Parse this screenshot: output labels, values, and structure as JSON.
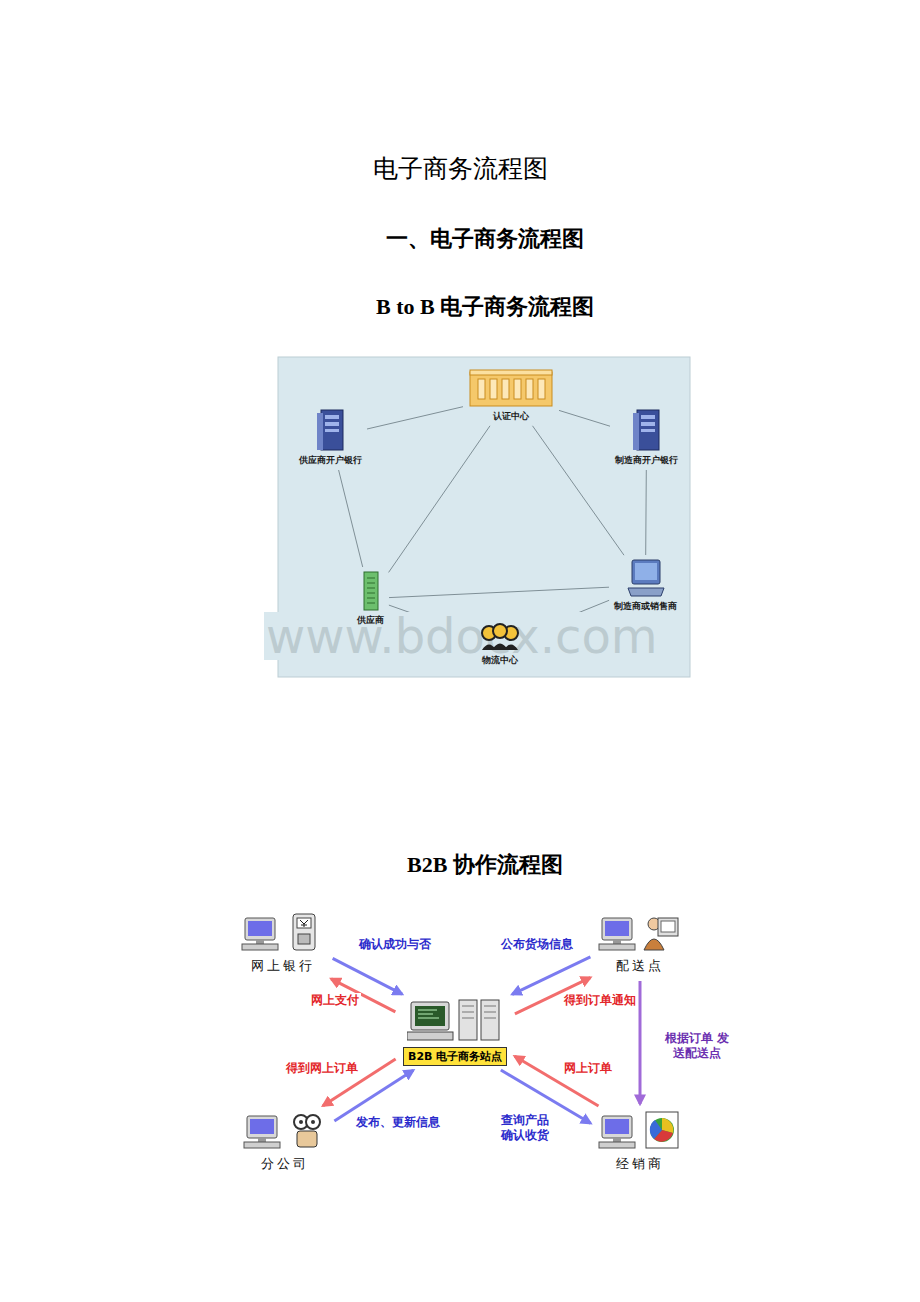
{
  "diagram": {
    "title": "电子商务流程图",
    "nodes": [
      {
        "text": [
          "认证中心"
        ]
      },
      {
        "text": [
          "供应商开户银行"
        ]
      },
      {
        "text": [
          "制造商开户银行"
        ]
      },
      {
        "text": [
          "供应商"
        ]
      },
      {
        "text": [
          "制造商或销售商"
        ]
      },
      {
        "text": [
          "物流中心"
        ]
      },
      {
        "text": [
          "网上银行"
        ]
      },
      {
        "text": [
          "配送点"
        ]
      },
      {
        "text": [
          "B2B 电子商务站点"
        ]
      },
      {
        "text": [
          "分公司"
        ]
      },
      {
        "text": [
          "经销商"
        ]
      }
    ],
    "edges": [
      {
        "from": 0,
        "to": 1,
        "arrow": "none"
      },
      {
        "from": 0,
        "to": 2,
        "arrow": "none"
      },
      {
        "from": 0,
        "to": 3,
        "arrow": "none"
      },
      {
        "from": 0,
        "to": 4,
        "arrow": "none"
      },
      {
        "from": 1,
        "to": 3,
        "arrow": "none"
      },
      {
        "from": 2,
        "to": 4,
        "arrow": "none"
      },
      {
        "from": 3,
        "to": 4,
        "arrow": "none"
      },
      {
        "from": 3,
        "to": 5,
        "arrow": "none"
      },
      {
        "from": 5,
        "to": 4,
        "arrow": "none"
      },
      {
        "from": 6,
        "to": 8,
        "label": "确认成功与否",
        "arrow": "to"
      },
      {
        "from": 8,
        "to": 6,
        "label": "网上支付",
        "arrow": "to"
      },
      {
        "from": 7,
        "to": 8,
        "label": "公布货场信息",
        "arrow": "to"
      },
      {
        "from": 8,
        "to": 7,
        "label": "得到订单通知",
        "arrow": "to"
      },
      {
        "from": 8,
        "to": 9,
        "label": "得到网上订单",
        "arrow": "to"
      },
      {
        "from": 9,
        "to": 8,
        "label": "发布、更新信息",
        "arrow": "to"
      },
      {
        "from": 10,
        "to": 8,
        "label": "网上订单",
        "arrow": "to"
      },
      {
        "from": 8,
        "to": 10,
        "label": "查询产品 确认收货",
        "arrow": "to"
      },
      {
        "from": 7,
        "to": 10,
        "label": "根据订单 发送配送点",
        "arrow": "to"
      }
    ],
    "labels": [
      "一、电子商务流程图",
      "B to B 电子商务流程图",
      "www.bdocx.com",
      "B2B 协作流程图"
    ]
  }
}
